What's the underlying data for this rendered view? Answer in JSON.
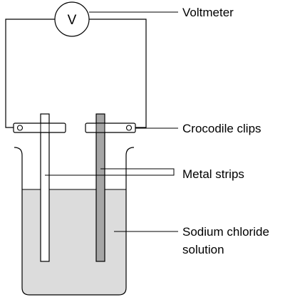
{
  "labels": {
    "voltmeter": "Voltmeter",
    "crocodile_clips": "Crocodile clips",
    "metal_strips": "Metal strips",
    "solution_line1": "Sodium chloride",
    "solution_line2": "solution"
  },
  "meter_symbol": "V",
  "colors": {
    "solution": "#dcdcdc",
    "dark_strip": "#a6a6a6",
    "light_strip": "#ffffff",
    "outline": "#000000"
  }
}
